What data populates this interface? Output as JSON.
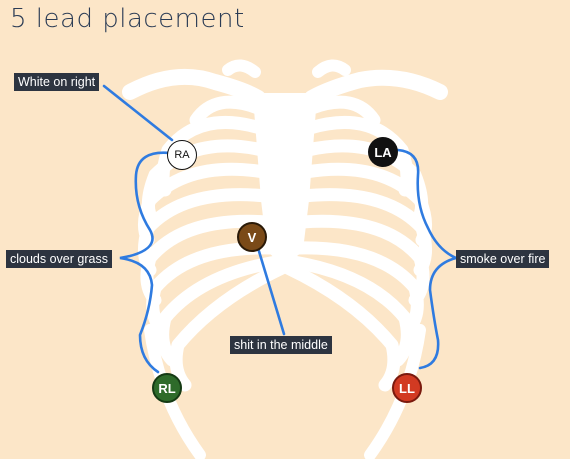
{
  "title": "5 lead placement",
  "annotations": {
    "white": "White on right",
    "clouds": "clouds over grass",
    "smoke": "smoke over fire",
    "middle": "shit in the middle"
  },
  "leads": {
    "ra": {
      "label": "RA",
      "color": "#ffffff"
    },
    "la": {
      "label": "LA",
      "color": "#111111"
    },
    "v": {
      "label": "V",
      "color": "#7a4a18"
    },
    "rl": {
      "label": "RL",
      "color": "#2e6b2a"
    },
    "ll": {
      "label": "LL",
      "color": "#d23a22"
    }
  },
  "colors": {
    "background": "#fce6c8",
    "ribcage": "#ffffff",
    "wire": "#2f7be0",
    "label_bg": "#2d3440"
  }
}
